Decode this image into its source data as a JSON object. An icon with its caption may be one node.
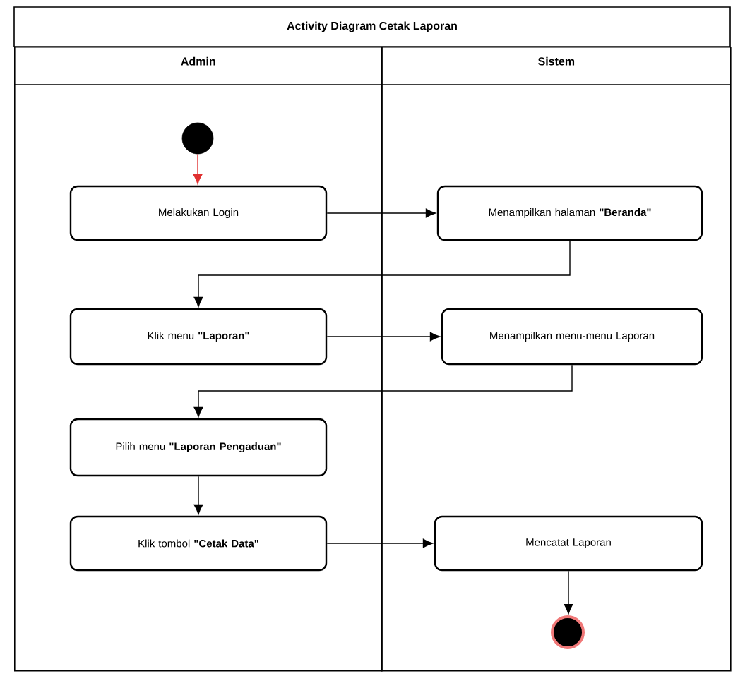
{
  "diagram": {
    "title": "Activity Diagram Cetak Laporan",
    "nodes": [
      {
        "text": [
          "Admin"
        ]
      },
      {
        "text": [
          "Sistem"
        ]
      },
      {
        "text": [],
        "shape": "circle",
        "in": 0
      },
      {
        "text": [
          "Melakukan Login"
        ],
        "in": 0
      },
      {
        "text": [
          "Menampilkan halaman **\"Beranda\"**"
        ],
        "in": 1
      },
      {
        "text": [
          "Klik menu **\"Laporan\"**"
        ],
        "in": 0
      },
      {
        "text": [
          "Menampilkan menu-menu Laporan"
        ],
        "in": 1
      },
      {
        "text": [
          "Pilih menu **\"Laporan Pengaduan\"**"
        ],
        "in": 0
      },
      {
        "text": [
          "Klik tombol **\"Cetak Data\"**"
        ],
        "in": 0
      },
      {
        "text": [
          "Mencatat Laporan"
        ],
        "in": 1
      },
      {
        "text": [],
        "shape": "bullseye",
        "in": 1
      }
    ],
    "edges": [
      {
        "from": 2,
        "to": 3,
        "arrow": "to",
        "color": "#e03030"
      },
      {
        "from": 3,
        "to": 4,
        "arrow": "to"
      },
      {
        "from": 4,
        "to": 5,
        "arrow": "to"
      },
      {
        "from": 5,
        "to": 6,
        "arrow": "to"
      },
      {
        "from": 6,
        "to": 7,
        "arrow": "to"
      },
      {
        "from": 7,
        "to": 8,
        "arrow": "to"
      },
      {
        "from": 8,
        "to": 9,
        "arrow": "to"
      },
      {
        "from": 9,
        "to": 10,
        "arrow": "to"
      }
    ]
  }
}
